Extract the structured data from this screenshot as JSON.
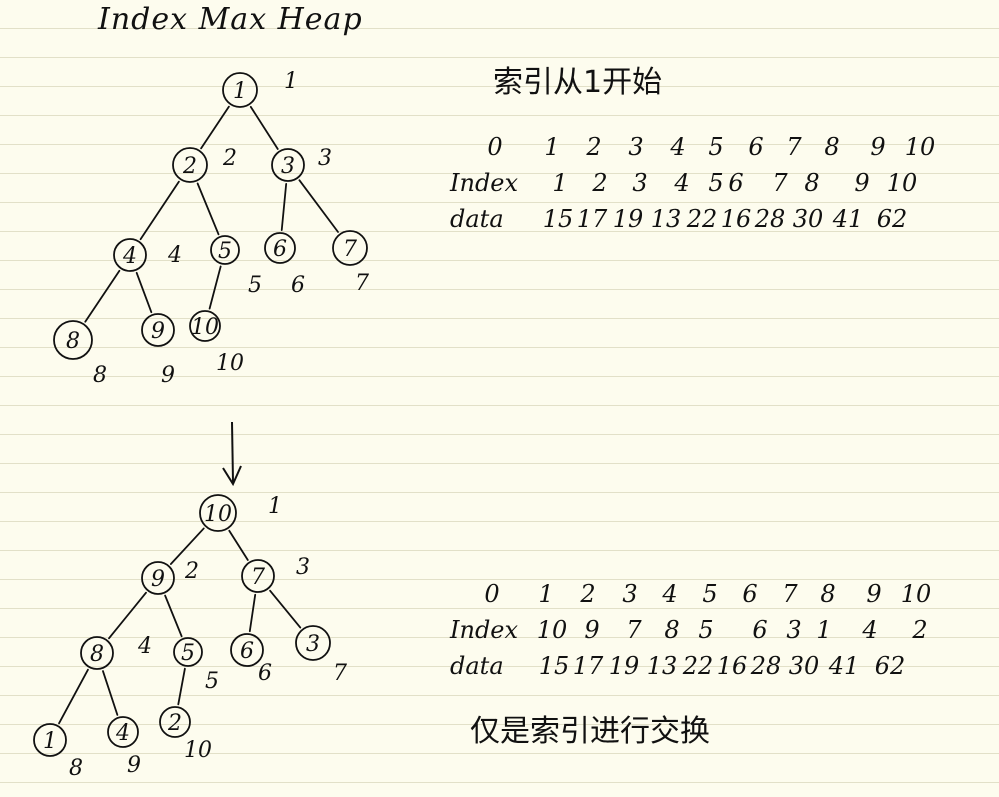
{
  "title": "Index Max Heap",
  "note_top": "索引从1开始",
  "note_bottom": "仅是索引进行交换",
  "header_cols": [
    "0",
    "1",
    "2",
    "3",
    "4",
    "5",
    "6",
    "7",
    "8",
    "9",
    "10"
  ],
  "row_labels": {
    "index": "Index",
    "data": "data"
  },
  "table_top": {
    "index": [
      "1",
      "2",
      "3",
      "4",
      "5",
      "6",
      "7",
      "8",
      "9",
      "10"
    ],
    "data": [
      "15",
      "17",
      "19",
      "13",
      "22",
      "16",
      "28",
      "30",
      "41",
      "62"
    ]
  },
  "table_bottom": {
    "index": [
      "10",
      "9",
      "7",
      "8",
      "5",
      "6",
      "3",
      "1",
      "4",
      "2"
    ],
    "data": [
      "15",
      "17",
      "19",
      "13",
      "22",
      "16",
      "28",
      "30",
      "41",
      "62"
    ]
  },
  "tree_top": {
    "nodes": [
      "1",
      "2",
      "3",
      "4",
      "5",
      "6",
      "7",
      "8",
      "9",
      "10"
    ],
    "positions": [
      "1",
      "2",
      "3",
      "4",
      "5",
      "6",
      "7",
      "8",
      "9",
      "10"
    ]
  },
  "tree_bottom": {
    "nodes": [
      "10",
      "9",
      "7",
      "8",
      "5",
      "6",
      "3",
      "1",
      "4",
      "2"
    ],
    "positions": [
      "1",
      "2",
      "3",
      "4",
      "5",
      "6",
      "7",
      "8",
      "9",
      "10"
    ]
  }
}
